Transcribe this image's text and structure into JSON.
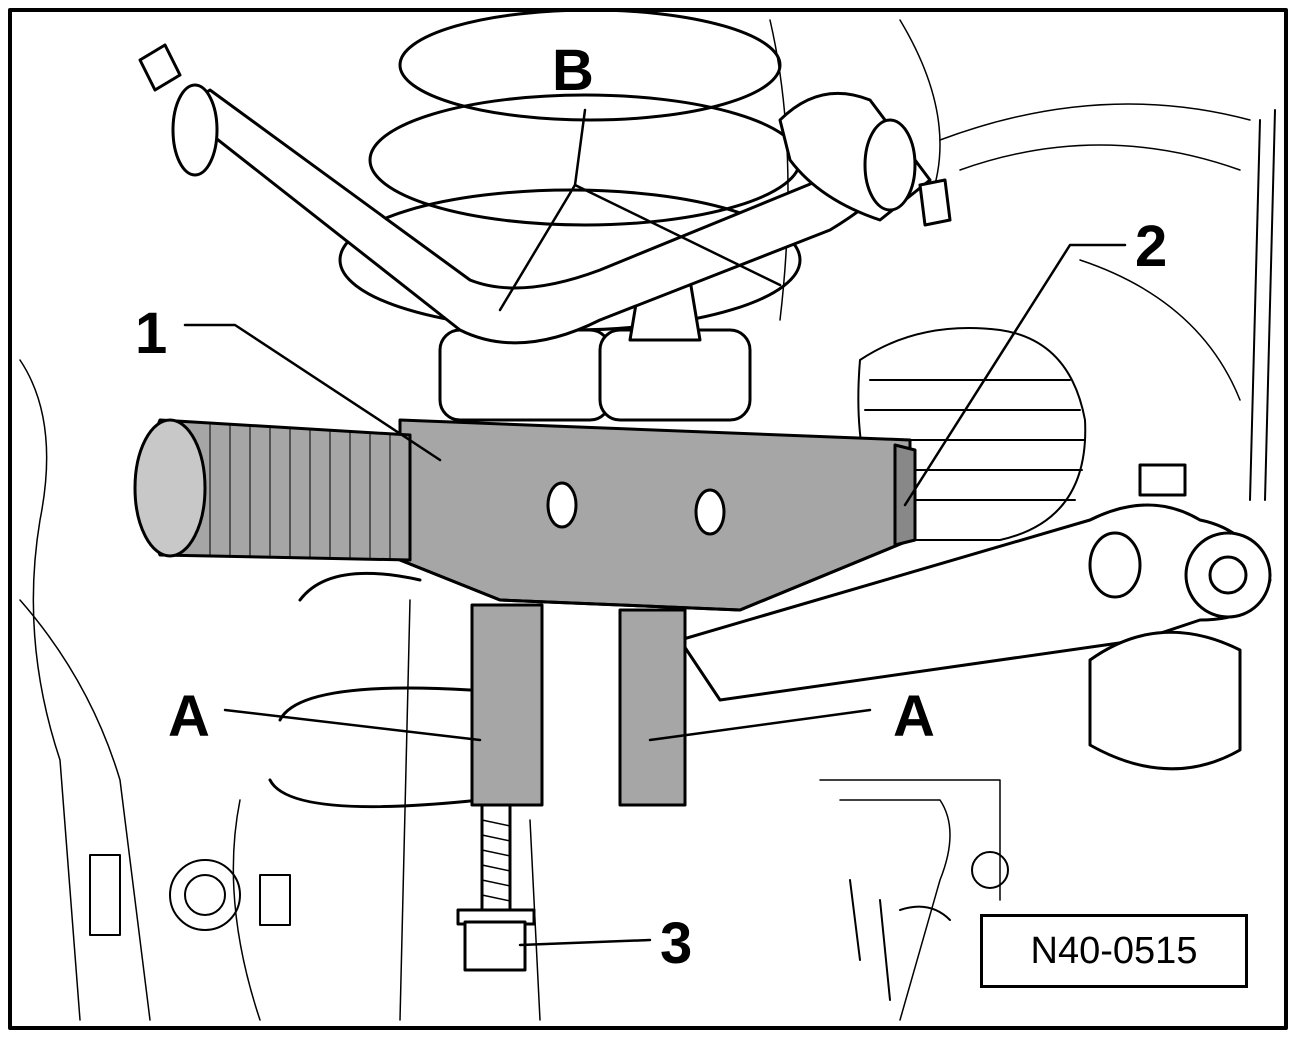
{
  "figure": {
    "reference_number": "N40-0515",
    "callouts": {
      "b": "B",
      "one": "1",
      "two": "2",
      "a_left": "A",
      "a_right": "A",
      "three": "3"
    },
    "colors": {
      "line": "#000000",
      "tool_fill": "#a6a6a6",
      "background": "#ffffff"
    }
  }
}
